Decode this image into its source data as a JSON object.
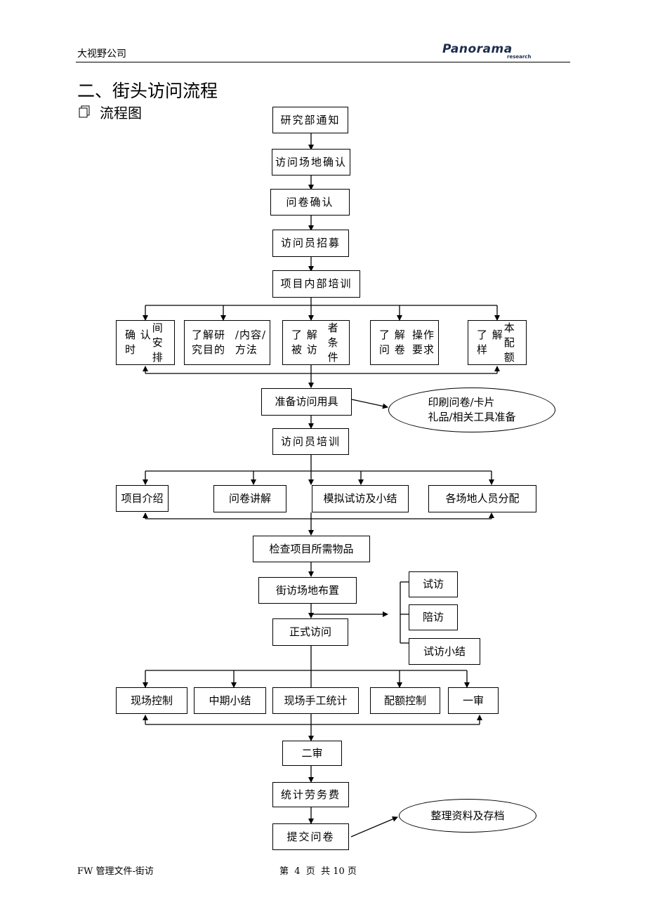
{
  "header": {
    "company": "大视野公司",
    "logo_text": "Panorama",
    "logo_subtext": "research"
  },
  "title": "二、街头访问流程",
  "subtitle": "流程图",
  "icon": "document-stack-icon",
  "flow": {
    "research_notice": "研究部通知",
    "site_confirm": "访问场地确认",
    "questionnaire_confirm": "问卷确认",
    "interviewer_recruit": "访问员招募",
    "internal_training": "项目内部培训",
    "training_items": [
      [
        "确 认 时",
        "间安排"
      ],
      [
        "了解研究目的",
        "/内容/方法"
      ],
      [
        "了 解 被 访",
        "者条件"
      ],
      [
        "了 解 问 卷",
        "操作要求"
      ],
      [
        "了 解 样",
        "本配额"
      ]
    ],
    "prepare_tools": "准备访问用具",
    "prepare_side": [
      "印刷问卷/卡片",
      "礼品/相关工具准备"
    ],
    "interviewer_training": "访问员培训",
    "interviewer_training_items": [
      "项目介绍",
      "问卷讲解",
      "模拟试访及小结",
      "各场地人员分配"
    ],
    "check_materials": "检查项目所需物品",
    "site_setup": "街访场地布置",
    "formal_interview": "正式访问",
    "pilot_items": [
      "试访",
      "陪访",
      "试访小结"
    ],
    "control_items": [
      "现场控制",
      "中期小结",
      "现场手工统计",
      "配额控制",
      "一审"
    ],
    "second_review": "二审",
    "labor_fee": "统计劳务费",
    "submit_questionnaire": "提交问卷",
    "archive": "整理资料及存档"
  },
  "footer": {
    "left": "FW 管理文件-街访",
    "page": "第  4  页  共 10 页"
  }
}
